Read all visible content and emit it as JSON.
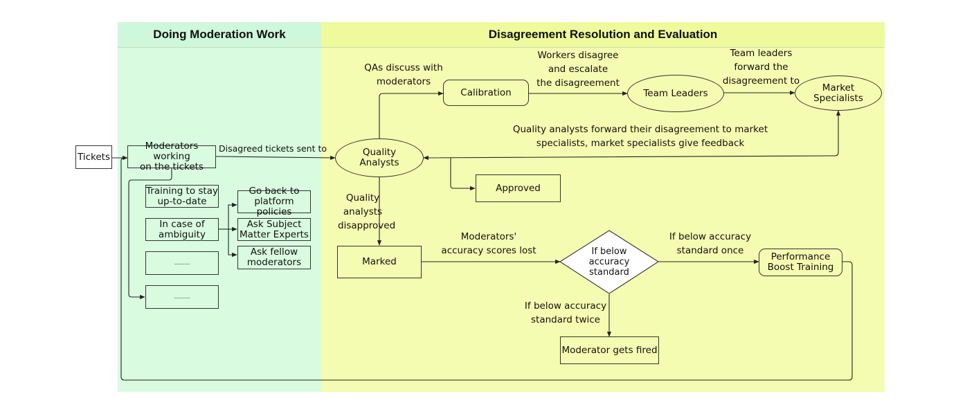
{
  "lanes": {
    "left": "Doing Moderation Work",
    "right": "Disagreement Resolution and Evaluation"
  },
  "nodes": {
    "tickets": "Tickets",
    "moderators_line1": "Moderators working",
    "moderators_line2": "on the tickets",
    "training_line1": "Training to stay",
    "training_line2": "up-to-date",
    "ambiguity_line1": "In case of",
    "ambiguity_line2": "ambiguity",
    "ellipsis_box_1": "........",
    "ellipsis_box_2": "........",
    "policies_line1": "Go back to",
    "policies_line2": "platform policies",
    "sme_line1": "Ask Subject",
    "sme_line2": "Matter Experts",
    "fellow_line1": "Ask fellow",
    "fellow_line2": "moderators",
    "qa_line1": "Quality",
    "qa_line2": "Analysts",
    "calibration": "Calibration",
    "team_leaders": "Team Leaders",
    "market_line1": "Market",
    "market_line2": "Specialists",
    "approved": "Approved",
    "marked": "Marked",
    "diamond_line1": "If below",
    "diamond_line2": "accuracy",
    "diamond_line3": "standard",
    "pbt_line1": "Performance",
    "pbt_line2": "Boost Training",
    "fired": "Moderator gets fired"
  },
  "edge_labels": {
    "disagreed_sent": "Disagreed tickets sent to",
    "qa_discuss_1": "QAs discuss with",
    "qa_discuss_2": "moderators",
    "workers_1": "Workers disagree",
    "workers_2": "and escalate",
    "workers_3": "the disagreement",
    "tl_1": "Team leaders",
    "tl_2": "forward the",
    "tl_3": "disagreement to",
    "qa_forward_1": "Quality analysts forward their disagreement to market",
    "qa_forward_2": "specialists, market specialists give feedback",
    "disapproved_1": "Quality",
    "disapproved_2": "analysts",
    "disapproved_3": "disapproved",
    "scores_1": "Moderators'",
    "scores_2": "accuracy scores lost",
    "once_1": "If below accuracy",
    "once_2": "standard once",
    "twice_1": "If below accuracy",
    "twice_2": "standard twice"
  }
}
